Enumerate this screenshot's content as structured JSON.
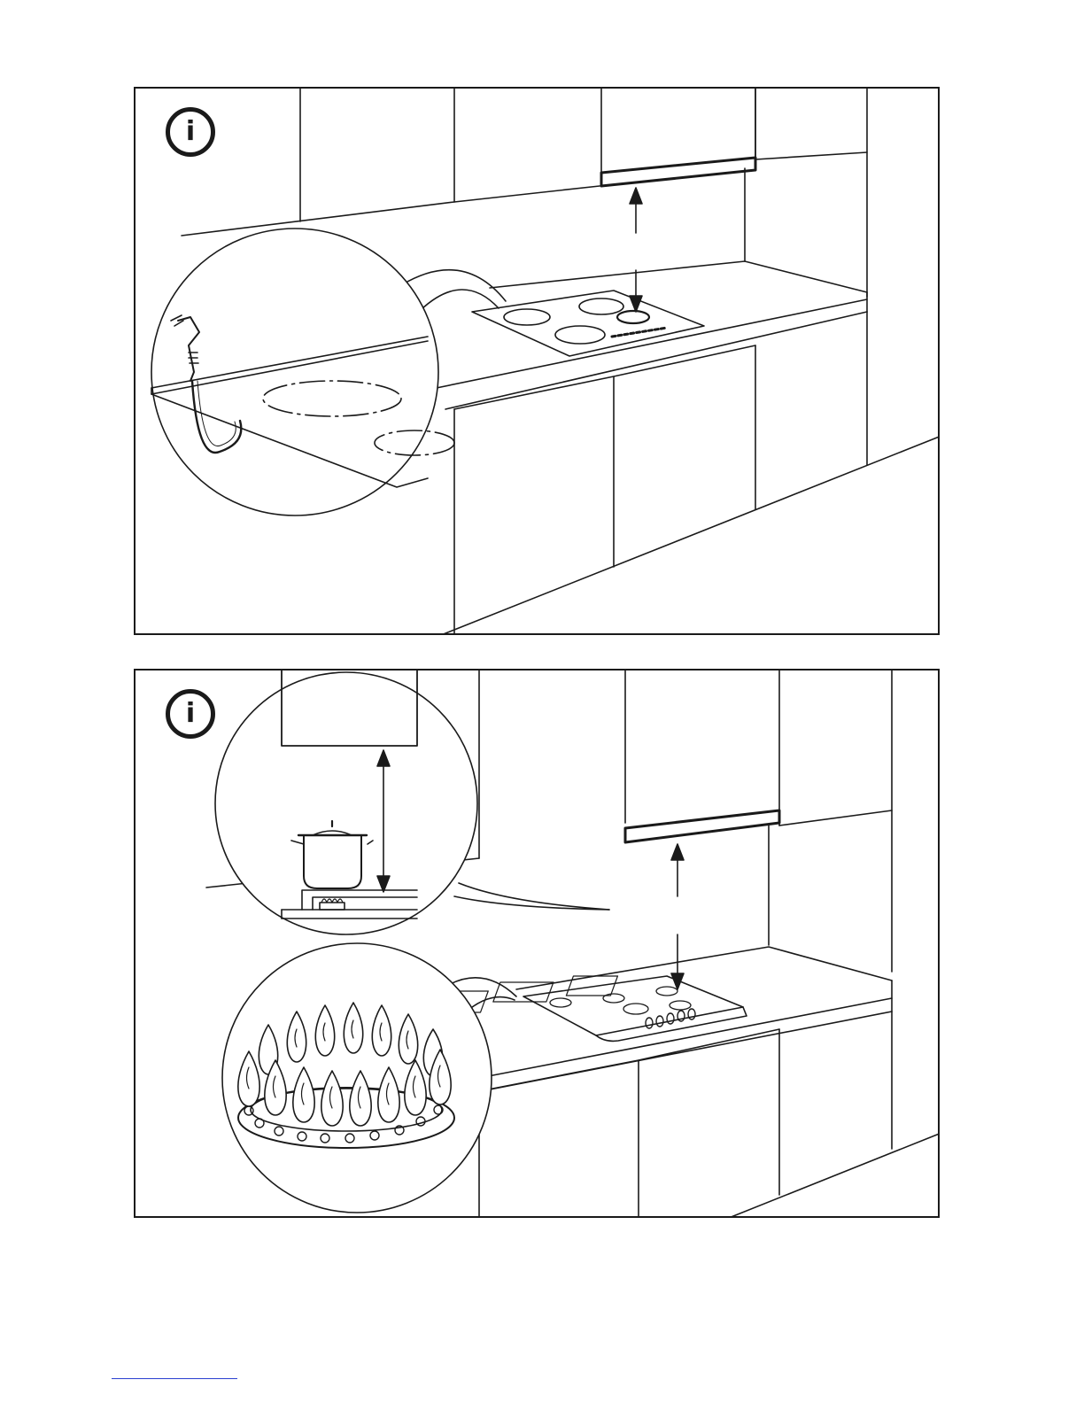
{
  "figures": [
    {
      "id": "electric-hob-installation",
      "info_icon": "info-icon",
      "info_glyph": "i",
      "detail_icon": "plug-cable-detail",
      "colors": {
        "line": "#1a1a1a",
        "background": "#ffffff"
      }
    },
    {
      "id": "gas-hob-installation",
      "info_icon": "info-icon",
      "info_glyph": "i",
      "detail_icons": [
        "pot-clearance-detail",
        "flame-ring-detail"
      ],
      "colors": {
        "line": "#1a1a1a",
        "background": "#ffffff"
      }
    }
  ],
  "footer": {
    "rule_color": "#2a3fd0"
  }
}
